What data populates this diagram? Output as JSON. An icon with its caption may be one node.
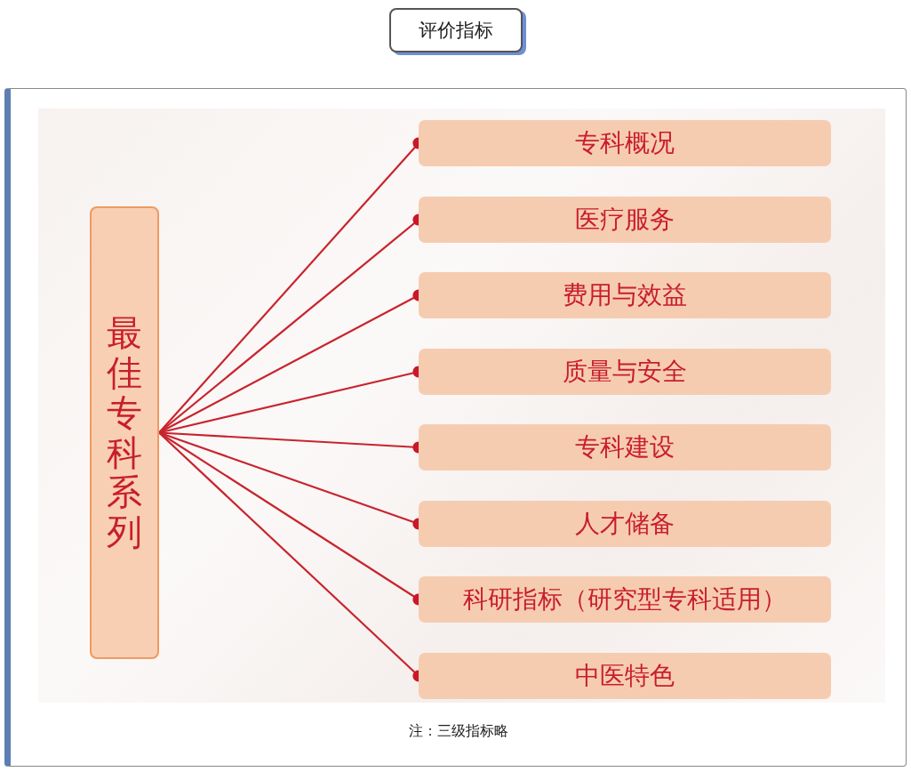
{
  "diagram": {
    "title": "评价指标",
    "caption": "注：三级指标略",
    "nodes": [
      {
        "text": [
          "最佳专科系列"
        ]
      },
      {
        "text": [
          "专科概况"
        ]
      },
      {
        "text": [
          "医疗服务"
        ]
      },
      {
        "text": [
          "费用与效益"
        ]
      },
      {
        "text": [
          "质量与安全"
        ]
      },
      {
        "text": [
          "专科建设"
        ]
      },
      {
        "text": [
          "人才储备"
        ]
      },
      {
        "text": [
          "科研指标（研究型专科适用）"
        ]
      },
      {
        "text": [
          "中医特色"
        ]
      }
    ],
    "edges": [
      {
        "from": 0,
        "to": 1,
        "arrow": "other"
      },
      {
        "from": 0,
        "to": 2,
        "arrow": "other"
      },
      {
        "from": 0,
        "to": 3,
        "arrow": "other"
      },
      {
        "from": 0,
        "to": 4,
        "arrow": "other"
      },
      {
        "from": 0,
        "to": 5,
        "arrow": "other"
      },
      {
        "from": 0,
        "to": 6,
        "arrow": "other"
      },
      {
        "from": 0,
        "to": 7,
        "arrow": "other"
      },
      {
        "from": 0,
        "to": 8,
        "arrow": "other"
      }
    ]
  }
}
